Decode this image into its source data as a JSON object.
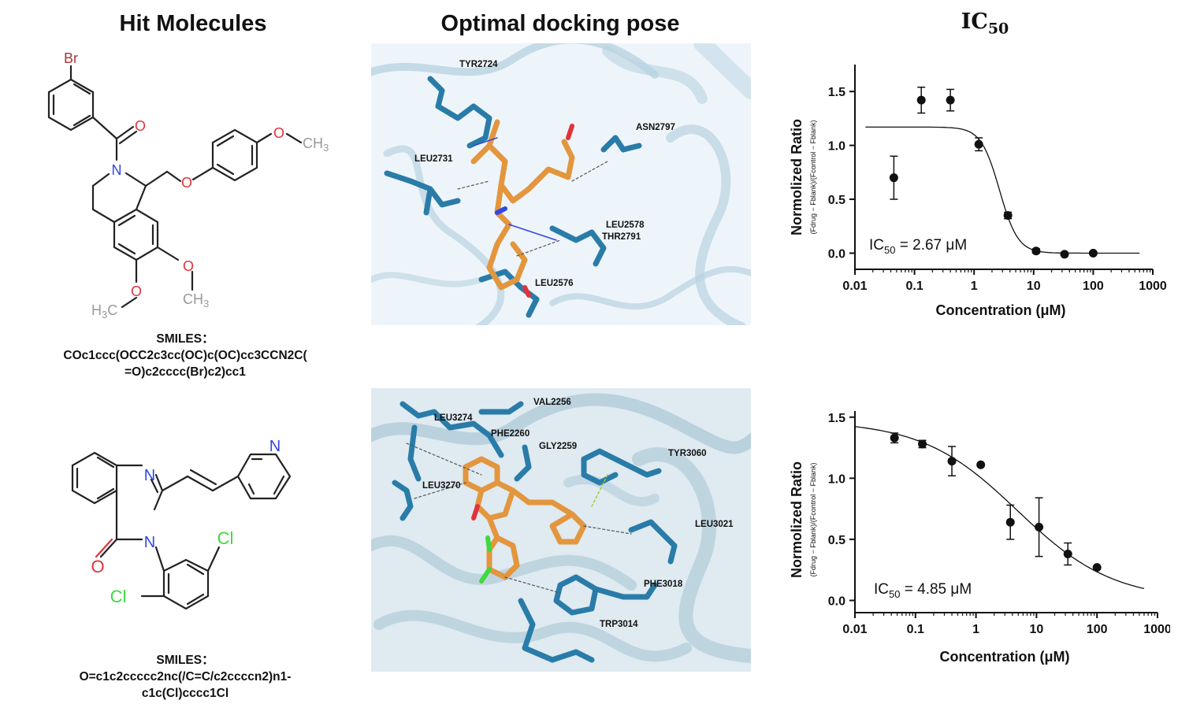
{
  "headers": {
    "hit_molecules": "Hit Molecules",
    "docking": "Optimal docking pose",
    "ic50_main": "IC",
    "ic50_sub": "50"
  },
  "molecules": [
    {
      "atoms": {
        "br": "Br",
        "o_carbonyl": "O",
        "n": "N",
        "o_ether": "O",
        "o_meo": "O",
        "ch3_top": "CH",
        "ch3_top_sub": "3",
        "o1": "O",
        "o2": "O",
        "ch3_right": "CH",
        "ch3_right_sub": "3",
        "h3c": "H",
        "h3c_sub": "3",
        "h3c_c": "C"
      },
      "smiles_label": "SMILES：",
      "smiles_lines": [
        "COc1ccc(OCC2c3cc(OC)c(OC)cc3CCN2C(",
        "=O)c2cccc(Br)c2)cc1"
      ]
    },
    {
      "atoms": {
        "n1": "N",
        "n2": "N",
        "n_py": "N",
        "o": "O",
        "cl1": "Cl",
        "cl2": "Cl"
      },
      "smiles_label": "SMILES：",
      "smiles_lines": [
        "O=c1c2ccccc2nc(/C=C/c2ccccn2)n1-",
        "c1c(Cl)cccc1Cl"
      ]
    }
  ],
  "docking": [
    {
      "residues": [
        "TYR2724",
        "ASN2797",
        "LEU2731",
        "LEU2578",
        "THR2791",
        "LEU2576"
      ]
    },
    {
      "residues": [
        "VAL2256",
        "LEU3274",
        "PHE2260",
        "GLY2259",
        "TYR3060",
        "LEU3270",
        "LEU3021",
        "PHE3018",
        "TRP3014"
      ]
    }
  ],
  "colors": {
    "protein": "#2a7ca8",
    "ligand": "#e3963e",
    "ribbon": "#b9d3e1",
    "oxygen": "#e0333a",
    "nitrogen": "#3346e0",
    "chlorine": "#3fd93f",
    "bromine": "#a83838"
  },
  "chart_data": [
    {
      "type": "scatter",
      "xscale": "log",
      "x": [
        0.045,
        0.13,
        0.4,
        1.2,
        3.7,
        11,
        33,
        100
      ],
      "values": [
        0.7,
        1.42,
        1.42,
        1.01,
        0.35,
        0.02,
        -0.01,
        0.0
      ],
      "errors": [
        0.2,
        0.12,
        0.1,
        0.06,
        0.03,
        0.02,
        0.01,
        0.01
      ],
      "xlabel": "Concentration (μM)",
      "ylabel": "Normolized Ratio",
      "ylabel_sub": "(Fdrug − Fblank)/(Fcontrol − Fblank)",
      "xticks": [
        "0.01",
        "0.1",
        "1",
        "10",
        "100",
        "1000"
      ],
      "yticks": [
        "0.0",
        "0.5",
        "1.0",
        "1.5"
      ],
      "ylim": [
        -0.15,
        1.75
      ],
      "xlim": [
        0.01,
        1000
      ],
      "fit": {
        "top": 1.17,
        "bottom": 0.0,
        "ic50": 2.67,
        "hill": 2.8,
        "xmin": 0.015,
        "xmax": 600
      },
      "annotation": {
        "pre": "IC",
        "sub": "50",
        "post": " = 2.67 μM"
      }
    },
    {
      "type": "scatter",
      "xscale": "log",
      "x": [
        0.045,
        0.13,
        0.4,
        1.2,
        3.7,
        11,
        33,
        100
      ],
      "values": [
        1.33,
        1.28,
        1.14,
        1.11,
        0.64,
        0.6,
        0.38,
        0.27
      ],
      "errors": [
        0.04,
        0.03,
        0.12,
        0.0,
        0.14,
        0.24,
        0.09,
        0.0
      ],
      "xlabel": "Concentration (μM)",
      "ylabel": "Normolized Ratio",
      "ylabel_sub": "(Fdrug − Fblank)/(Fcontrol − Fblank)",
      "xticks": [
        "0.01",
        "0.1",
        "1",
        "10",
        "100",
        "1000"
      ],
      "yticks": [
        "0.0",
        "0.5",
        "1.0",
        "1.5"
      ],
      "ylim": [
        -0.1,
        1.55
      ],
      "xlim": [
        0.01,
        1000
      ],
      "fit": {
        "top": 1.47,
        "bottom": 0.0,
        "ic50": 4.85,
        "hill": 0.55,
        "xmin": 0.01,
        "xmax": 600
      },
      "annotation": {
        "pre": "IC",
        "sub": "50",
        "post": " = 4.85 μM"
      }
    }
  ]
}
